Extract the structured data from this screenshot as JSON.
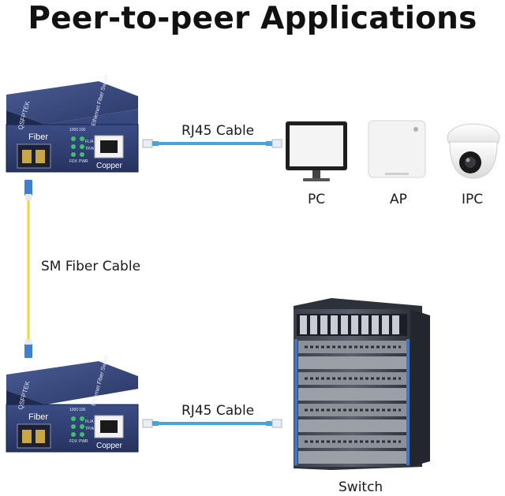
{
  "title": "Peer-to-peer Applications",
  "converter_top": {
    "brand": "QSFPTEK",
    "model": "Ethernet Fiber Switch",
    "fiber_label": "Fiber",
    "copper_label": "Copper",
    "led_labels": [
      "1000",
      "100",
      "FDX",
      "PWR",
      "FL/A",
      "TP/A"
    ]
  },
  "converter_bottom": {
    "brand": "QSFPTEK",
    "model": "Ethernet Fiber Switch",
    "fiber_label": "Fiber",
    "copper_label": "Copper",
    "led_labels": [
      "1000",
      "100",
      "FDX",
      "PWR",
      "FL/A",
      "TP/A"
    ]
  },
  "cables": {
    "rj45_top": "RJ45 Cable",
    "rj45_bottom": "RJ45 Cable",
    "sm_fiber": "SM Fiber Cable"
  },
  "devices": {
    "pc": "PC",
    "ap": "AP",
    "ipc": "IPC",
    "switch": "Switch"
  },
  "colors": {
    "converter_body": "#2c3a68",
    "converter_front": "#34457a",
    "fiber_cable": "#f3d33a",
    "fiber_connector": "#3f7fd0",
    "rj45_cable": "#4aa3d8",
    "led_green": "#3cc36a"
  }
}
